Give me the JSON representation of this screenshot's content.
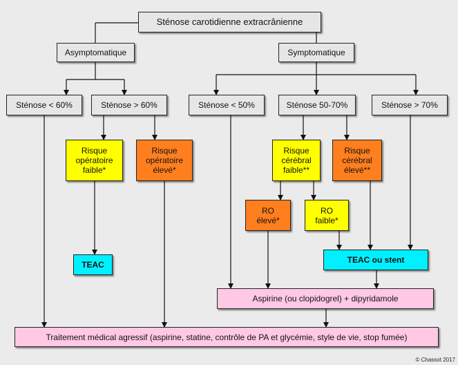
{
  "nodes": {
    "title": "Sténose carotidienne extracrânienne",
    "asymptomatique": "Asymptomatique",
    "symptomatique": "Symptomatique",
    "stenose_lt60": "Sténose < 60%",
    "stenose_gt60": "Sténose > 60%",
    "stenose_lt50": "Sténose < 50%",
    "stenose_50_70": "Sténose 50-70%",
    "stenose_gt70": "Sténose > 70%",
    "risque_op_faible": "Risque\nopératoire\nfaible*",
    "risque_op_eleve": "Risque\nopératoire\nélevé*",
    "risque_cer_faible": "Risque\ncérébral\nfaible**",
    "risque_cer_eleve": "Risque\ncérébral\nélevé**",
    "ro_eleve": "RO\nélevé*",
    "ro_faible": "RO\nfaible*",
    "teac": "TEAC",
    "teac_stent": "TEAC ou stent",
    "aspirine": "Aspirine (ou clopidogrel) + dipyridamole",
    "traitement": "Traitement médical agressif (aspirine, statine, contrôle de PA et glycémie, style de vie, stop fumée)"
  },
  "copyright": "© Chassot 2017",
  "colors": {
    "gray": "#e6e6e6",
    "yellow": "#ffff00",
    "orange": "#ff7f1f",
    "cyan": "#00f0ff",
    "pink": "#ffc8e4",
    "background": "#ebebeb"
  }
}
